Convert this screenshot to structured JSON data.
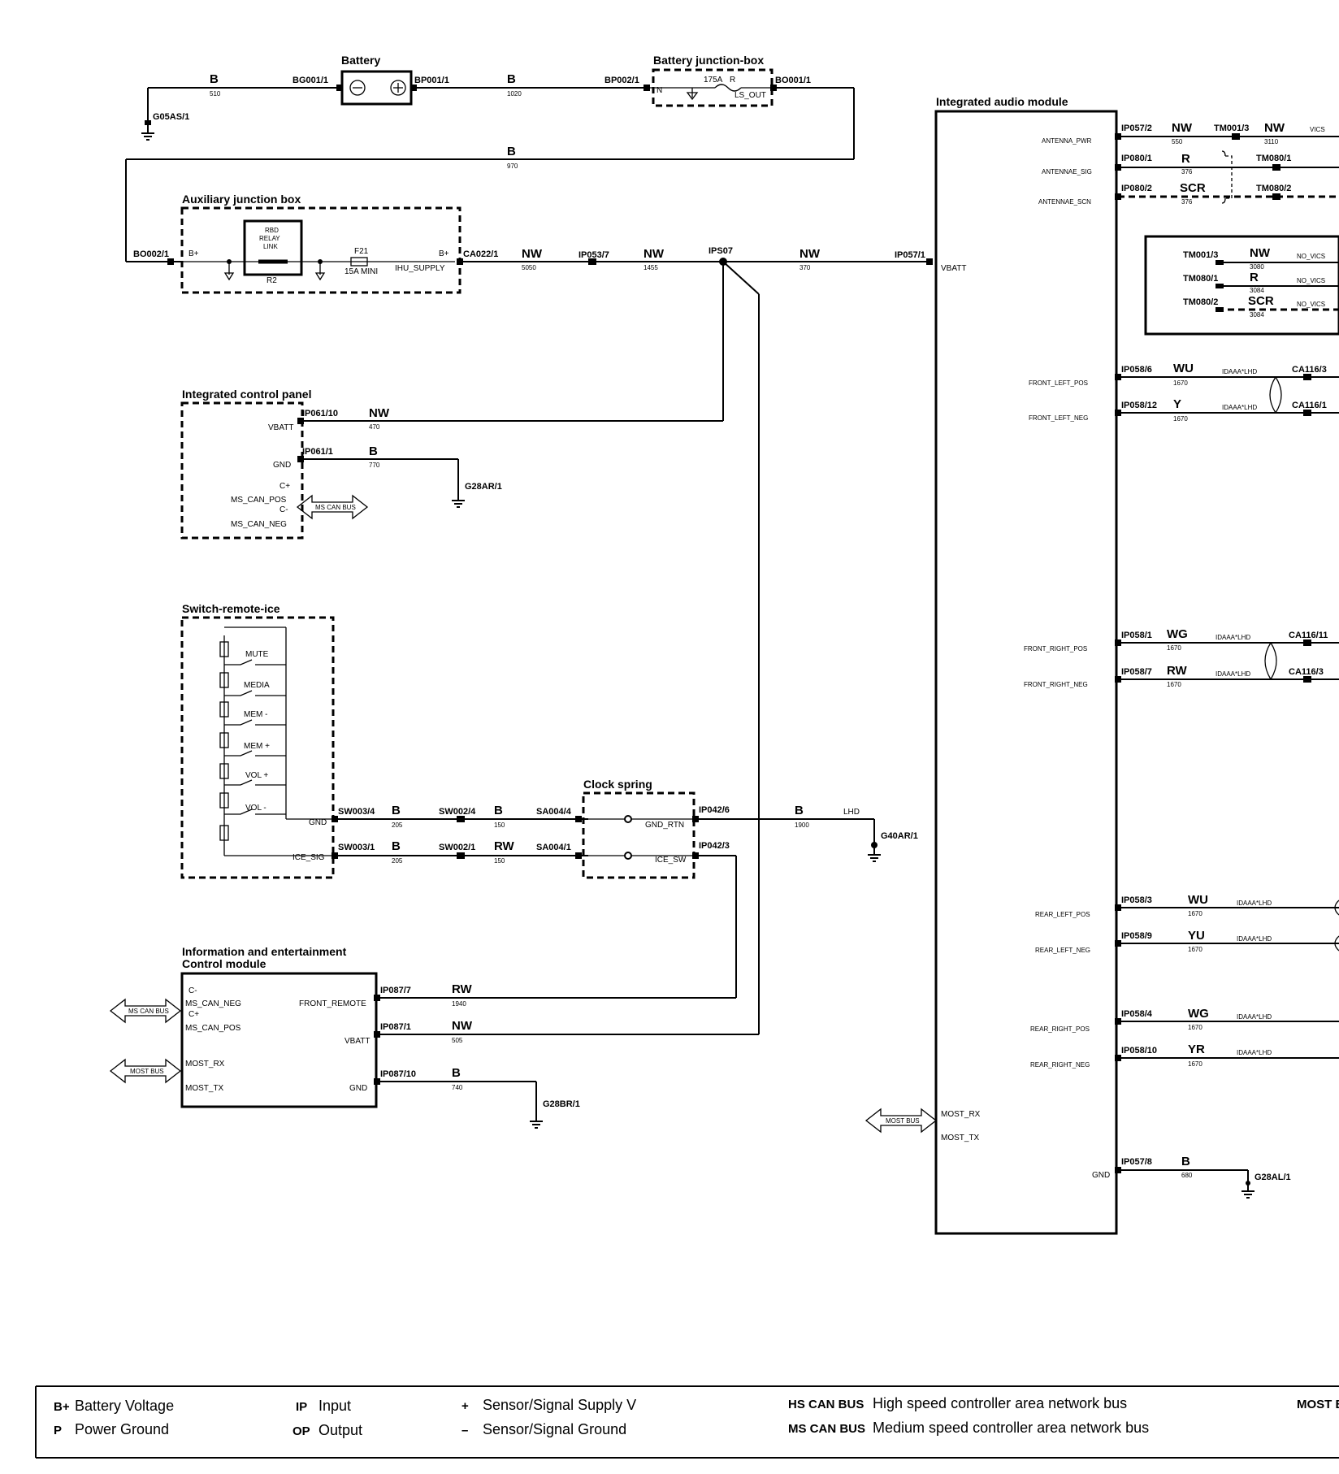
{
  "components": {
    "battery": "Battery",
    "battery_jb": "Battery junction-box",
    "aux_jb": "Auxiliary junction box",
    "icp": "Integrated control panel",
    "switch_remote": "Switch-remote-ice",
    "clock_spring": "Clock spring",
    "iecm_line1": "Information and entertainment",
    "iecm_line2": "Control module",
    "iam": "Integrated audio module"
  },
  "connectors": {
    "G05AS": "G05AS/1",
    "BG001": "BG001/1",
    "BP001": "BP001/1",
    "BP002": "BP002/1",
    "BO001": "BO001/1",
    "BO002": "BO002/1",
    "CA022": "CA022/1",
    "IP053": "IP053/7",
    "IPS07": "IPS07",
    "IP057_1": "IP057/1",
    "IP061_10": "IP061/10",
    "IP061_1": "IP061/1",
    "G28AR": "G28AR/1",
    "SW003_4": "SW003/4",
    "SW002_4": "SW002/4",
    "SA004_4": "SA004/4",
    "IP042_6": "IP042/6",
    "SW003_1": "SW003/1",
    "SW002_1": "SW002/1",
    "SA004_1": "SA004/1",
    "IP042_3": "IP042/3",
    "G40AR": "G40AR/1",
    "IP087_7": "IP087/7",
    "IP087_1": "IP087/1",
    "IP087_10": "IP087/10",
    "G28BR": "G28BR/1",
    "IP057_2": "IP057/2",
    "TM001_3": "TM001/3",
    "IP080_1": "IP080/1",
    "TM080_1": "TM080/1",
    "IP080_2": "IP080/2",
    "TM080_2": "TM080/2",
    "IP058_6": "IP058/6",
    "CA116_3": "CA116/3",
    "IP058_12": "IP058/12",
    "CA116_1": "CA116/1",
    "IP058_1": "IP058/1",
    "CA116_11": "CA116/11",
    "IP058_7": "IP058/7",
    "CA116_3b": "CA116/3",
    "IP058_3": "IP058/3",
    "IP058_9": "IP058/9",
    "IP058_4": "IP058/4",
    "IP058_10": "IP058/10",
    "IP057_8": "IP057/8",
    "G28AL": "G28AL/1",
    "inner_TM001": "TM001/3",
    "inner_TM080_1": "TM080/1",
    "inner_TM080_2": "TM080/2"
  },
  "wires": {
    "w510": {
      "c": "B",
      "n": "510"
    },
    "w1020": {
      "c": "B",
      "n": "1020"
    },
    "w970": {
      "c": "B",
      "n": "970"
    },
    "w5050": {
      "c": "NW",
      "n": "5050"
    },
    "w1455": {
      "c": "NW",
      "n": "1455"
    },
    "w370": {
      "c": "NW",
      "n": "370"
    },
    "w470": {
      "c": "NW",
      "n": "470"
    },
    "w770": {
      "c": "B",
      "n": "770"
    },
    "w205a": {
      "c": "B",
      "n": "205"
    },
    "w150a": {
      "c": "B",
      "n": "150"
    },
    "w1900": {
      "c": "B",
      "n": "1900"
    },
    "w205b": {
      "c": "B",
      "n": "205"
    },
    "w150b": {
      "c": "RW",
      "n": "150"
    },
    "w1940": {
      "c": "RW",
      "n": "1940"
    },
    "w505": {
      "c": "NW",
      "n": "505"
    },
    "w740": {
      "c": "B",
      "n": "740"
    },
    "w550": {
      "c": "NW",
      "n": "550"
    },
    "w3110": {
      "c": "NW",
      "n": "3110"
    },
    "w376a": {
      "c": "R",
      "n": "376"
    },
    "w376b": {
      "c": "SCR",
      "n": "376"
    },
    "w3080": {
      "c": "NW",
      "n": "3080"
    },
    "w3084a": {
      "c": "R",
      "n": "3084"
    },
    "w3084b": {
      "c": "SCR",
      "n": "3084"
    },
    "wFLP": {
      "c": "WU",
      "n": "1670"
    },
    "wFLN": {
      "c": "Y",
      "n": "1670"
    },
    "wFRP": {
      "c": "WG",
      "n": "1670"
    },
    "wFRN": {
      "c": "RW",
      "n": "1670"
    },
    "wRLP": {
      "c": "WU",
      "n": "1670"
    },
    "wRLN": {
      "c": "YU",
      "n": "1670"
    },
    "wRRP": {
      "c": "WG",
      "n": "1670"
    },
    "wRRN": {
      "c": "YR",
      "n": "1670"
    },
    "w680": {
      "c": "B",
      "n": "680"
    }
  },
  "labels": {
    "batt_fuse": "175A",
    "batt_fuse_r": "R",
    "ls_out": "LS_OUT",
    "n_pin": "N",
    "bplus": "B+",
    "rbd1": "RBD",
    "rbd2": "RELAY",
    "rbd3": "LINK",
    "r2": "R2",
    "f21": "F21",
    "f21_rating": "15A MINI",
    "ihu_supply": "IHU_SUPPLY",
    "vbatt": "VBATT",
    "gnd": "GND",
    "cplus": "C+",
    "cminus": "C-",
    "ms_can_pos": "MS_CAN_POS",
    "ms_can_neg": "MS_CAN_NEG",
    "ms_can_bus": "MS CAN BUS",
    "mute": "MUTE",
    "media": "MEDIA",
    "mem_minus": "MEM -",
    "mem_plus": "MEM +",
    "vol_plus": "VOL +",
    "vol_minus": "VOL -",
    "ice_sig": "ICE_SIG",
    "gnd_rtn": "GND_RTN",
    "ice_sw": "ICE_SW",
    "lhd": "LHD",
    "front_remote": "FRONT_REMOTE",
    "most_rx": "MOST_RX",
    "most_tx": "MOST_TX",
    "most_bus": "MOST BUS",
    "antenna_pwr": "ANTENNA_PWR",
    "antennae_sig": "ANTENNAE_SIG",
    "antennae_scn": "ANTENNAE_SCN",
    "vics": "VICS",
    "no_vics": "NO_VICS",
    "flp": "FRONT_LEFT_POS",
    "fln": "FRONT_LEFT_NEG",
    "frp": "FRONT_RIGHT_POS",
    "frn": "FRONT_RIGHT_NEG",
    "rlp": "REAR_LEFT_POS",
    "rln": "REAR_LEFT_NEG",
    "rrp": "REAR_RIGHT_POS",
    "rrn": "REAR_RIGHT_NEG",
    "idaaa": "IDAAA*LHD"
  },
  "legend": {
    "bplus_sym": "B+",
    "bplus_txt": "Battery Voltage",
    "p_sym": "P",
    "p_txt": "Power Ground",
    "ip_sym": "IP",
    "ip_txt": "Input",
    "op_sym": "OP",
    "op_txt": "Output",
    "plus_sym": "+",
    "plus_txt": "Sensor/Signal Supply V",
    "minus_sym": "–",
    "minus_txt": "Sensor/Signal Ground",
    "hs_sym": "HS CAN BUS",
    "hs_txt": "High speed controller area network bus",
    "ms_sym": "MS CAN BUS",
    "ms_txt": "Medium speed controller area network bus",
    "most_sym": "MOST B"
  }
}
